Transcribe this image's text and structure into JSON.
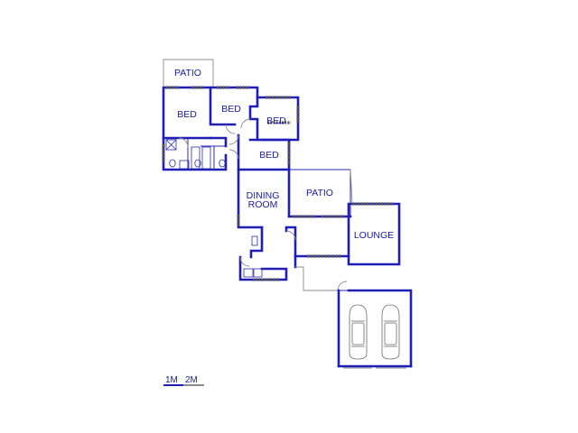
{
  "plan": {
    "rooms": {
      "patio_top": "PATIO",
      "bed_1": "BED",
      "bed_2": "BED",
      "bed_3": "BED",
      "bed_4": "BED",
      "dining_line1": "DINING",
      "dining_line2": "ROOM",
      "patio_mid": "PATIO",
      "lounge": "LOUNGE"
    },
    "scale": {
      "label_1": "1M",
      "label_2": "2M"
    }
  },
  "colors": {
    "walls": "#1f1fb8",
    "labels": "#1a1aa6",
    "windows": "#5a5a5a",
    "background": "#ffffff"
  },
  "icons": [
    "car-icon",
    "car-icon",
    "toilet-icon",
    "toilet-icon",
    "toilet-icon",
    "basin-icon",
    "shower-icon",
    "bath-icon",
    "door-swing-icon"
  ]
}
